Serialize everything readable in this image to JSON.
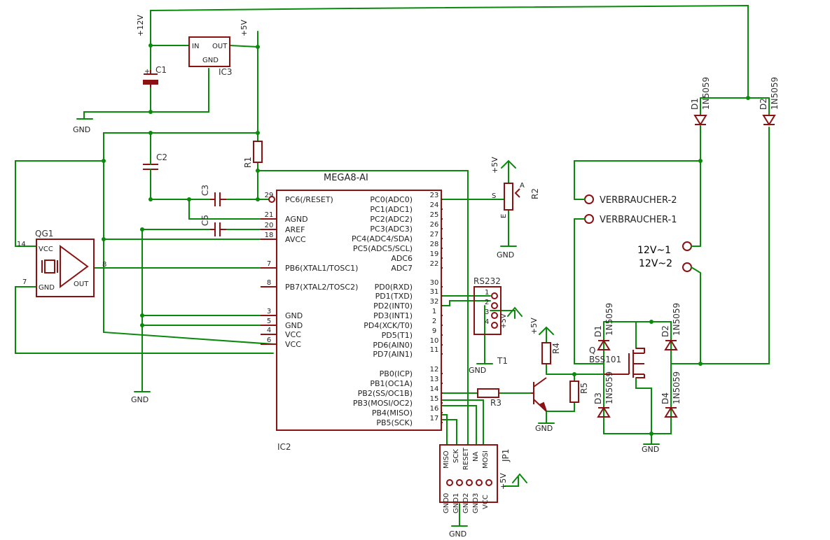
{
  "power": {
    "v12": "+12V",
    "v5": "+5V",
    "gnd": "GND"
  },
  "ic3": {
    "ref": "IC3",
    "in": "IN",
    "out": "OUT",
    "gnd": "GND"
  },
  "caps": {
    "c1": "C1",
    "c2": "C2",
    "c3": "C3",
    "c5": "C5"
  },
  "res": {
    "r1": "R1",
    "r2": "R2",
    "r3": "R3",
    "r4": "R4",
    "r5": "R5"
  },
  "pot": {
    "a": "A",
    "s": "S",
    "e": "E"
  },
  "mcu": {
    "title": "MEGA8-AI",
    "ref": "IC2",
    "left": [
      {
        "num": "29",
        "name": "PC6(/RESET)"
      },
      {
        "num": "21",
        "name": "AGND"
      },
      {
        "num": "20",
        "name": "AREF"
      },
      {
        "num": "18",
        "name": "AVCC"
      },
      {
        "num": "7",
        "name": "PB6(XTAL1/TOSC1)"
      },
      {
        "num": "8",
        "name": "PB7(XTAL2/TOSC2)"
      },
      {
        "num": "3",
        "name": "GND"
      },
      {
        "num": "5",
        "name": "GND"
      },
      {
        "num": "4",
        "name": "VCC"
      },
      {
        "num": "6",
        "name": "VCC"
      }
    ],
    "right": [
      {
        "num": "23",
        "name": "PC0(ADC0)"
      },
      {
        "num": "24",
        "name": "PC1(ADC1)"
      },
      {
        "num": "25",
        "name": "PC2(ADC2)"
      },
      {
        "num": "26",
        "name": "PC3(ADC3)"
      },
      {
        "num": "27",
        "name": "PC4(ADC4/SDA)"
      },
      {
        "num": "28",
        "name": "PC5(ADC5/SCL)"
      },
      {
        "num": "19",
        "name": "ADC6"
      },
      {
        "num": "22",
        "name": "ADC7"
      },
      {
        "num": "30",
        "name": "PD0(RXD)"
      },
      {
        "num": "31",
        "name": "PD1(TXD)"
      },
      {
        "num": "32",
        "name": "PD2(INT0)"
      },
      {
        "num": "1",
        "name": "PD3(INT1)"
      },
      {
        "num": "2",
        "name": "PD4(XCK/T0)"
      },
      {
        "num": "9",
        "name": "PD5(T1)"
      },
      {
        "num": "10",
        "name": "PD6(AIN0)"
      },
      {
        "num": "11",
        "name": "PD7(AIN1)"
      },
      {
        "num": "12",
        "name": "PB0(ICP)"
      },
      {
        "num": "13",
        "name": "PB1(OC1A)"
      },
      {
        "num": "14",
        "name": "PB2(SS/OC1B)"
      },
      {
        "num": "15",
        "name": "PB3(MOSI/OC2)"
      },
      {
        "num": "16",
        "name": "PB4(MISO)"
      },
      {
        "num": "17",
        "name": "PB5(SCK)"
      }
    ]
  },
  "qg1": {
    "ref": "QG1",
    "vcc": "VCC",
    "gnd": "GND",
    "out": "OUT",
    "pin14": "14",
    "pin7": "7",
    "pin8": "8"
  },
  "rs232": {
    "ref": "RS232",
    "pins": [
      "1",
      "2",
      "3",
      "4"
    ],
    "vcc": "+5V"
  },
  "jp1": {
    "ref": "JP1",
    "top": [
      "MISO",
      "SCK",
      "RESET",
      "NA",
      "MOSI"
    ],
    "bottom": [
      "GND0",
      "GND1",
      "GND2",
      "GND3",
      "VCC"
    ]
  },
  "t1": {
    "ref": "T1"
  },
  "mosfet": {
    "ref": "Q",
    "part": "BSS101"
  },
  "diodes": {
    "part": "1N5059",
    "d1": "D1",
    "d2": "D2",
    "d3": "D3",
    "d4": "D4"
  },
  "connectors": {
    "verb2": "VERBRAUCHER-2",
    "verb1": "VERBRAUCHER-1",
    "ac1": "12V~1",
    "ac2": "12V~2"
  }
}
